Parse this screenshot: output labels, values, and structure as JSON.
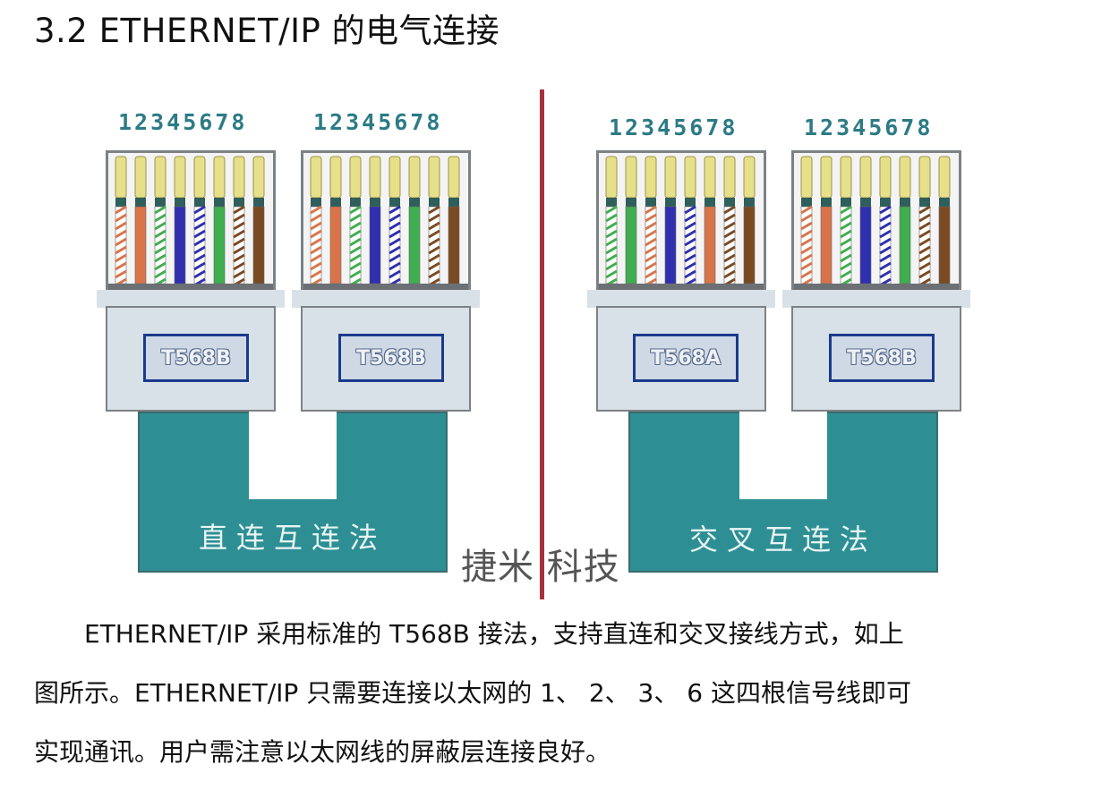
{
  "section_title": "3.2 ETHERNET/IP 的电气连接",
  "figure": {
    "pin_numbers": "12345678",
    "left": {
      "standard_a": "T568B",
      "standard_b": "T568B",
      "caption": "直连互连法"
    },
    "right": {
      "standard_a": "T568A",
      "standard_b": "T568B",
      "caption": "交叉互连法"
    },
    "watermark": "捷米 科技",
    "colors": {
      "cable": "#2d8f94",
      "divider": "#a8303c",
      "label_border": "#1a3a8c"
    }
  },
  "paragraph": {
    "line1": "ETHERNET/IP 采用标准的  T568B 接法，支持直连和交叉接线方式，如上",
    "line2": "图所示。ETHERNET/IP 只需要连接以太网的 1、 2、 3、 6 这四根信号线即可",
    "line3": "实现通讯。用户需注意以太网线的屏蔽层连接良好。"
  }
}
